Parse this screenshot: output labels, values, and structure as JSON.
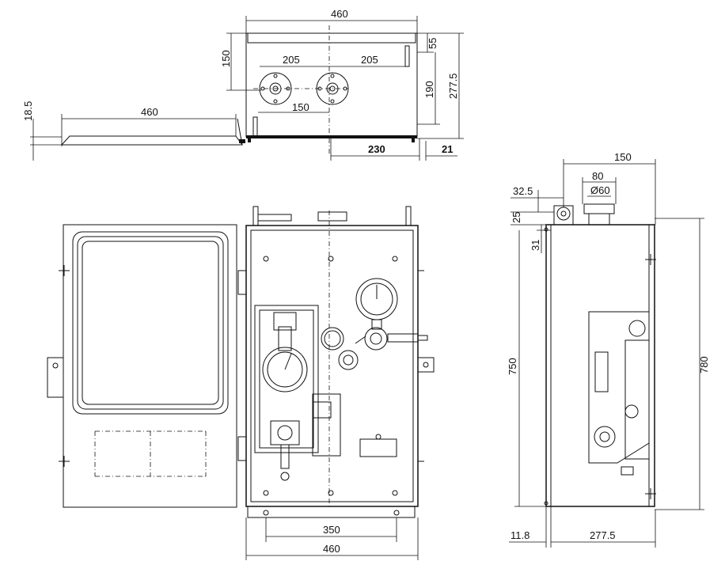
{
  "dimensions": {
    "top": {
      "width": "460",
      "height": "150",
      "top_offset": "55",
      "side_height": "190",
      "total_height": "277.5",
      "left_spacing": "205",
      "right_spacing": "205",
      "inner": "150",
      "depth": "230",
      "edge": "21"
    },
    "door": {
      "thickness": "18.5",
      "width": "460"
    },
    "side": {
      "width": "150",
      "hole_spacing": "80",
      "diameter": "Ø60",
      "offset": "32.5",
      "top_gap": "25",
      "inner_gap": "31",
      "inner_height": "750",
      "total_height": "780",
      "wall": "11.8",
      "depth": "277.5"
    },
    "front": {
      "mount_spacing": "350",
      "width": "460"
    }
  },
  "colors": {
    "line": "#111111",
    "background": "#ffffff"
  }
}
